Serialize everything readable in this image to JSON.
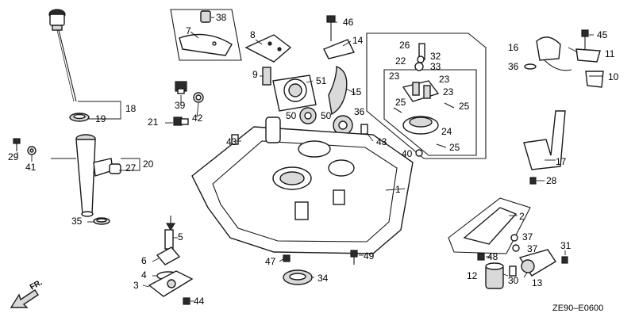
{
  "diagram_code": "ZE90–E0600",
  "direction_label": "FR.",
  "icons": {
    "direction": "front-direction-arrow-icon",
    "install_direction": "down-arrow-icon"
  },
  "callouts": {
    "c1": "1",
    "c2": "2",
    "c3": "3",
    "c4": "4",
    "c5": "5",
    "c6": "6",
    "c7": "7",
    "c8": "8",
    "c9": "9",
    "c10": "10",
    "c11": "11",
    "c12": "12",
    "c13": "13",
    "c14": "14",
    "c15": "15",
    "c16": "16",
    "c17": "17",
    "c18": "18",
    "c19": "19",
    "c20": "20",
    "c21": "21",
    "c22": "22",
    "c23a": "23",
    "c23b": "23",
    "c23c": "23",
    "c24": "24",
    "c25a": "25",
    "c25b": "25",
    "c25c": "25",
    "c26": "26",
    "c27": "27",
    "c28": "28",
    "c29": "29",
    "c30": "30",
    "c31": "31",
    "c32": "32",
    "c33": "33",
    "c34": "34",
    "c35": "35",
    "c36a": "36",
    "c36b": "36",
    "c37a": "37",
    "c37b": "37",
    "c38": "38",
    "c39": "39",
    "c40": "40",
    "c41": "41",
    "c42": "42",
    "c43a": "43",
    "c43b": "43",
    "c44": "44",
    "c45": "45",
    "c46": "46",
    "c47": "47",
    "c48": "48",
    "c49": "49",
    "c50a": "50",
    "c50b": "50",
    "c51": "51"
  }
}
